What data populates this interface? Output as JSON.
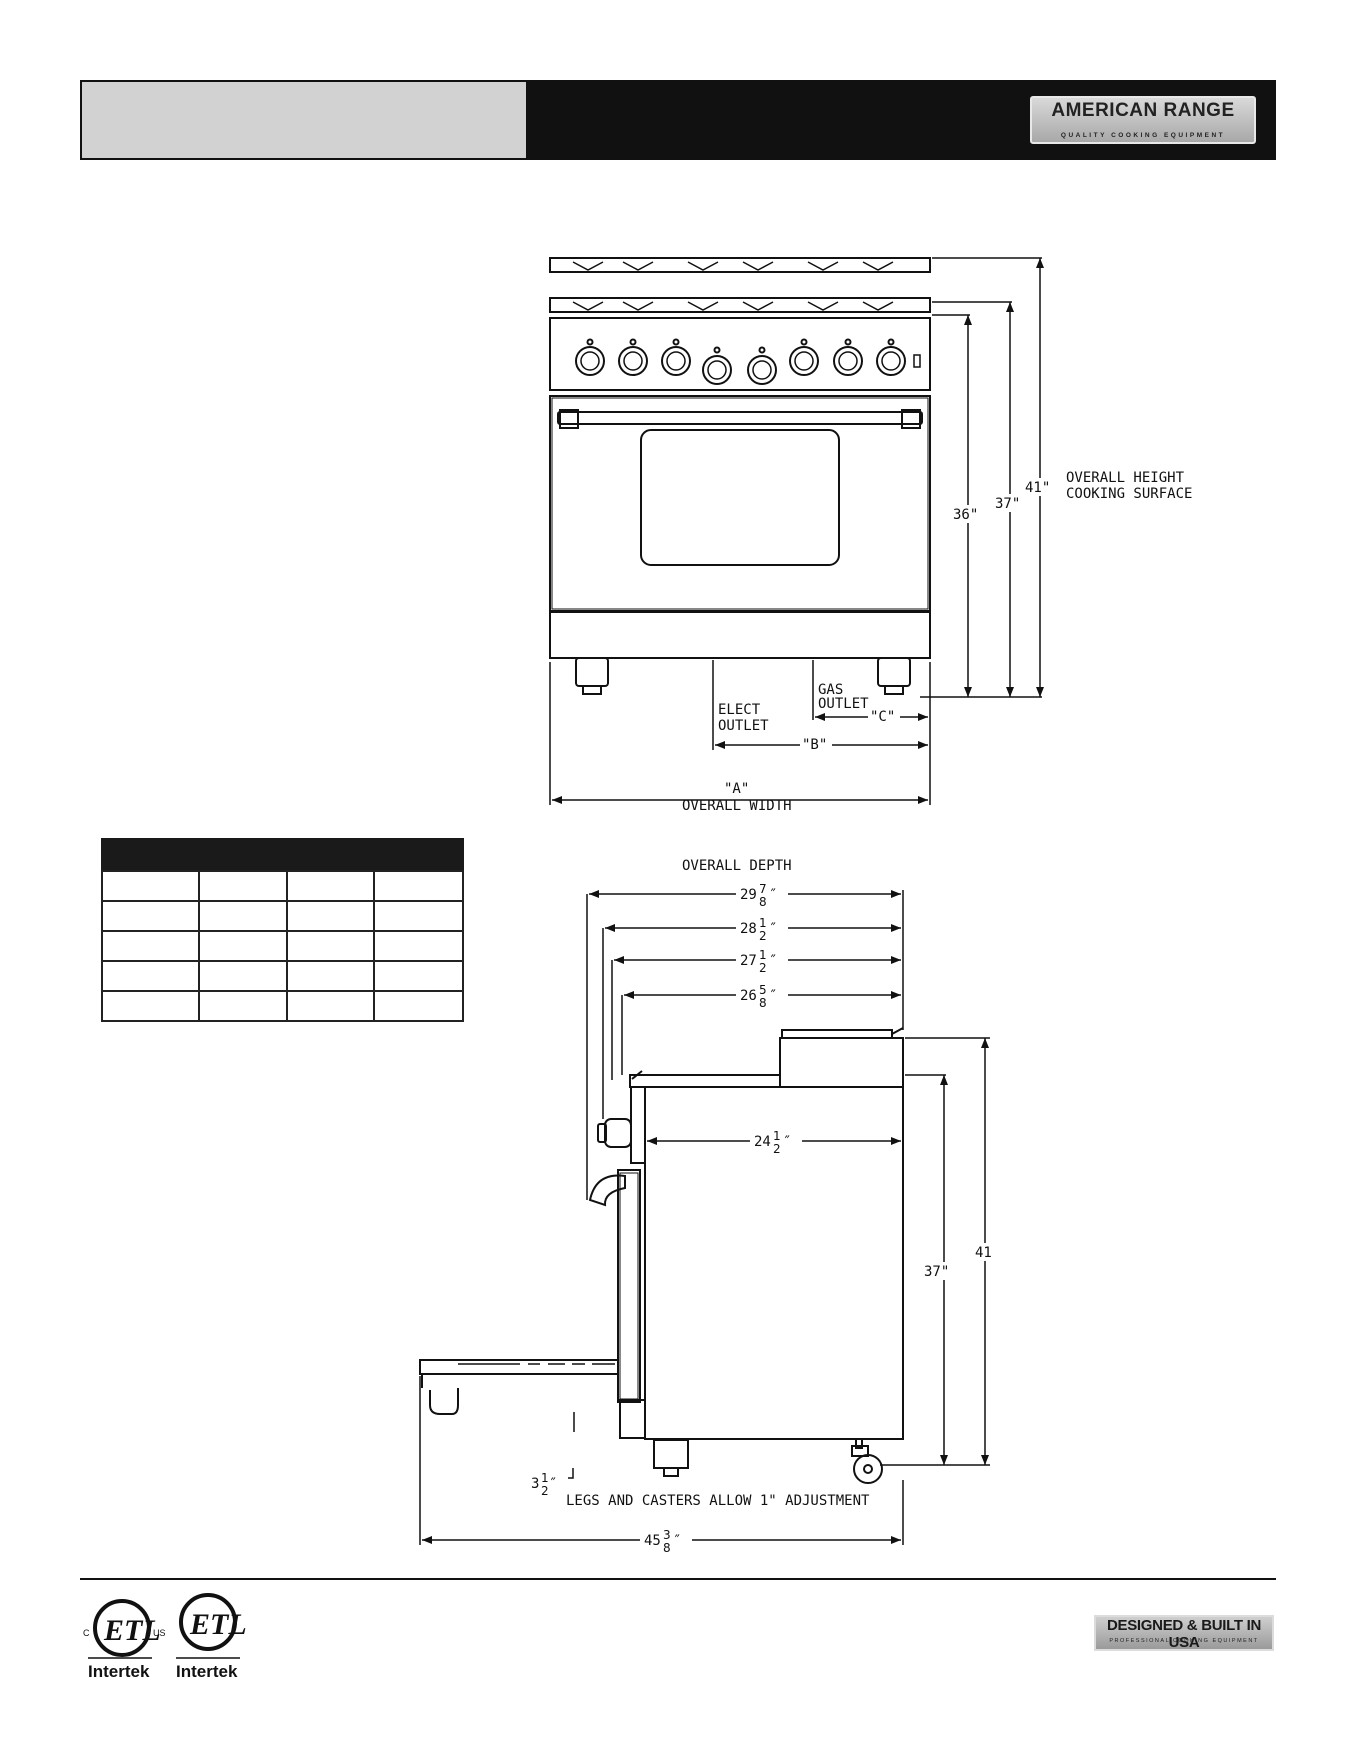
{
  "header": {
    "brand_name": "AMERICAN RANGE",
    "brand_tagline": "QUALITY COOKING EQUIPMENT"
  },
  "front_view": {
    "height_labels": [
      "36\"",
      "37\"",
      "41\""
    ],
    "overall_height_label": "OVERALL HEIGHT",
    "cooking_surface_label": "COOKING SURFACE",
    "gas_outlet_label": [
      "GAS",
      "OUTLET"
    ],
    "elect_outlet_label": [
      "ELECT",
      "OUTLET"
    ],
    "dim_a": "\"A\"",
    "dim_b": "\"B\"",
    "dim_c": "\"C\"",
    "overall_width_label": "OVERALL WIDTH"
  },
  "side_view": {
    "overall_depth_label": "OVERALL DEPTH",
    "depth_dims": [
      {
        "whole": "29",
        "frac_num": "7",
        "frac_den": "8"
      },
      {
        "whole": "28",
        "frac_num": "1",
        "frac_den": "2"
      },
      {
        "whole": "27",
        "frac_num": "1",
        "frac_den": "2"
      },
      {
        "whole": "26",
        "frac_num": "5",
        "frac_den": "8"
      }
    ],
    "body_depth": {
      "whole": "24",
      "frac_num": "1",
      "frac_den": "2"
    },
    "height_37": "37\"",
    "height_41": "41",
    "leg_height": {
      "whole": "3",
      "frac_num": "1",
      "frac_den": "2"
    },
    "legs_note": "LEGS AND CASTERS ALLOW 1\" ADJUSTMENT",
    "door_open_depth": {
      "whole": "45",
      "frac_num": "3",
      "frac_den": "8"
    }
  },
  "footer": {
    "cert_1": "Intertek",
    "cert_2": "Intertek",
    "usa_badge": "DESIGNED & BUILT IN USA",
    "usa_tagline": "PROFESSIONAL COOKING EQUIPMENT"
  }
}
